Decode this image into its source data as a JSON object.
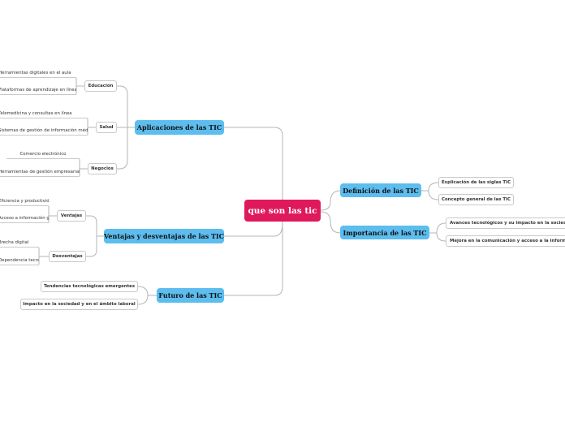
{
  "central": "que son las tic",
  "branches": {
    "aplicaciones": {
      "label": "Aplicaciones de las TIC",
      "educacion": {
        "label": "Educación",
        "items": [
          "Herramientas digitales en el aula",
          "Plataformas de aprendizaje en línea"
        ]
      },
      "salud": {
        "label": "Salud",
        "items": [
          "Telemedicina y consultas en línea",
          "Sistemas de gestión de información médica"
        ]
      },
      "negocios": {
        "label": "Negocios",
        "items": [
          "Comercio electrónico",
          "Herramientas de gestión empresarial"
        ]
      }
    },
    "ventajas_desventajas": {
      "label": "Ventajas y desventajas de las TIC",
      "ventajas": {
        "label": "Ventajas",
        "items": [
          "Eficiencia y productividad",
          "Acceso a información global"
        ]
      },
      "desventajas": {
        "label": "Desventajas",
        "items": [
          "Brecha digital",
          "Dependencia tecnológica"
        ]
      }
    },
    "futuro": {
      "label": "Futuro de las TIC",
      "items": [
        "Tendencias tecnológicas emergentes",
        "Impacto en la sociedad y en el ámbito laboral"
      ]
    },
    "definicion": {
      "label": "Definición de las TIC",
      "items": [
        "Explicación de las siglas TIC",
        "Concepto general de las TIC"
      ]
    },
    "importancia": {
      "label": "Importancia de las TIC",
      "items": [
        "Avances tecnológicos y su impacto en la sociedad",
        "Mejora en la comunicación y acceso a la información"
      ]
    }
  },
  "colors": {
    "central": "#e0195c",
    "main_topic": "#5cbdee",
    "connector": "#b5b5b5"
  }
}
